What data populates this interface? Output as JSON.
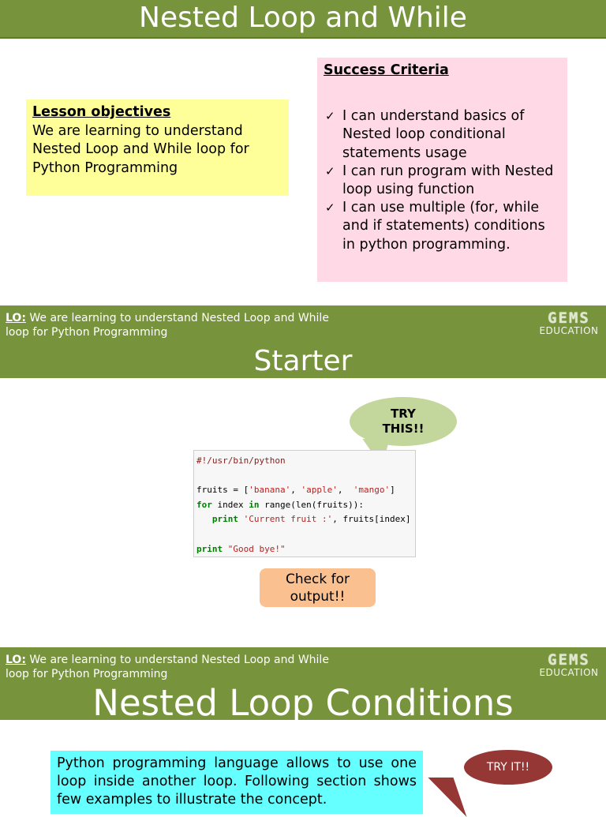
{
  "slide1": {
    "title": "Nested Loop and While",
    "objectives": {
      "heading": "Lesson objectives",
      "text": "We are learning to understand Nested Loop and While loop for Python Programming"
    },
    "criteria": {
      "heading": "Success Criteria",
      "items": [
        "I can understand basics of Nested loop conditional statements usage",
        "I can run program with Nested loop using function",
        "I can use multiple (for, while and if statements) conditions in python programming."
      ]
    }
  },
  "lo": {
    "label": "LO:",
    "text": "We are learning to understand Nested Loop and While loop for Python Programming"
  },
  "logo": {
    "mark": "GEMS",
    "sub": "EDUCATION"
  },
  "slide2": {
    "title": "Starter",
    "try_bubble": "TRY THIS!!",
    "code": {
      "line1": "#!/usr/bin/python",
      "line2a": "fruits = [",
      "line2b": "'banana'",
      "line2c": ", ",
      "line2d": "'apple'",
      "line2e": ",  ",
      "line2f": "'mango'",
      "line2g": "]",
      "line3a": "for",
      "line3b": " index ",
      "line3c": "in",
      "line3d": " range(len(fruits)):",
      "line4a": "   print ",
      "line4b": "'Current fruit :'",
      "line4c": ", fruits[index]",
      "line5a": "print ",
      "line5b": "\"Good bye!\""
    },
    "check_output": "Check for output!!"
  },
  "slide3": {
    "title": "Nested Loop Conditions",
    "explain": "Python programming language allows to use one loop inside another loop. Following section shows few examples to illustrate the concept.",
    "tryit": "TRY IT!!"
  },
  "colors": {
    "bar_green": "#77933c",
    "objectives_bg": "#ffff99",
    "criteria_bg": "#ffd9e6",
    "try_bubble": "#c3d69b",
    "check_output_bg": "#fac090",
    "explain_bg": "#66ffff",
    "tryit_bubble": "#953735"
  }
}
